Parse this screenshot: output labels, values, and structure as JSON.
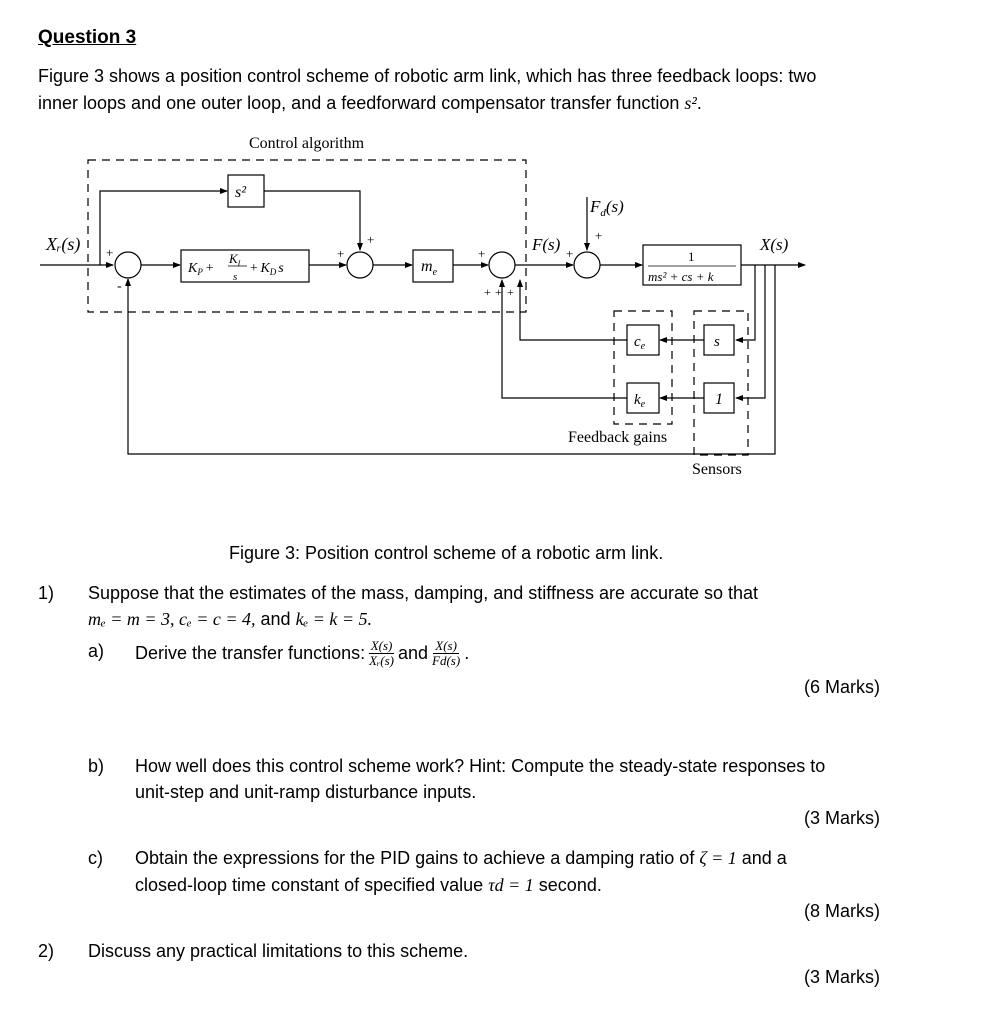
{
  "heading": "Question 3",
  "intro": {
    "line1": "Figure 3 shows a position control scheme of robotic arm link, which has three feedback loops: two",
    "line2": "inner loops and one outer loop, and a feedforward compensator transfer function s².",
    "line2_main": "inner loops and one outer loop, and a feedforward compensator transfer function ",
    "line2_math": "s²",
    "line2_end": "."
  },
  "diagram": {
    "control_algorithm_label": "Control algorithm",
    "input_label": "Xᵣ(s)",
    "output_label": "X(s)",
    "feedforward_block": "s²",
    "pid_block": {
      "kp": "K",
      "kp_sub": "P",
      "plus1": "+",
      "ki_num": "K",
      "ki_sub": "I",
      "ki_den": "s",
      "plus2": "+",
      "kd": "K",
      "kd_sub": "D",
      "kd_s": "s"
    },
    "mass_block": {
      "symbol": "m",
      "sub": "e"
    },
    "force_label": "F(s)",
    "disturbance_label": "F",
    "disturbance_sub": "d",
    "disturbance_arg": "(s)",
    "plant_num": "1",
    "plant_den": "ms² + cs + k",
    "ce_block": {
      "symbol": "c",
      "sub": "e"
    },
    "ke_block": {
      "symbol": "k",
      "sub": "e"
    },
    "s_block": "s",
    "one_block": "1",
    "feedback_gains_label": "Feedback gains",
    "sensors_label": "Sensors",
    "signs": {
      "plus": "+",
      "minus": "-"
    }
  },
  "caption": "Figure 3: Position control scheme of a robotic arm link.",
  "questions": {
    "q1": {
      "number": "1)",
      "line1": "Suppose that the estimates of the mass, damping, and stiffness are accurate so that",
      "line2_math": "mₑ = m = 3, cₑ = c = 4,",
      "line2_and": " and ",
      "line2_math2": "kₑ = k = 5.",
      "a": {
        "label": "a)",
        "text": "Derive the transfer functions: ",
        "frac1_num": "X(s)",
        "frac1_den": "Xᵣ(s)",
        "and": " and ",
        "frac2_num": "X(s)",
        "frac2_den": "Fd(s)",
        "end": ".",
        "marks": "(6 Marks)"
      },
      "b": {
        "label": "b)",
        "line1": "How well does this control scheme work? Hint: Compute the steady-state responses to",
        "line2": "unit-step and unit-ramp disturbance inputs.",
        "marks": "(3 Marks)"
      },
      "c": {
        "label": "c)",
        "line1_main": "Obtain the expressions for the PID gains to achieve a damping ratio of ",
        "line1_math": "ζ = 1",
        "line1_end": " and a",
        "line2_main": "closed-loop time constant of specified value ",
        "line2_math": "τd = 1",
        "line2_end": " second.",
        "marks": "(8 Marks)"
      }
    },
    "q2": {
      "number": "2)",
      "text": "Discuss any practical limitations to this scheme.",
      "marks": "(3 Marks)"
    }
  }
}
